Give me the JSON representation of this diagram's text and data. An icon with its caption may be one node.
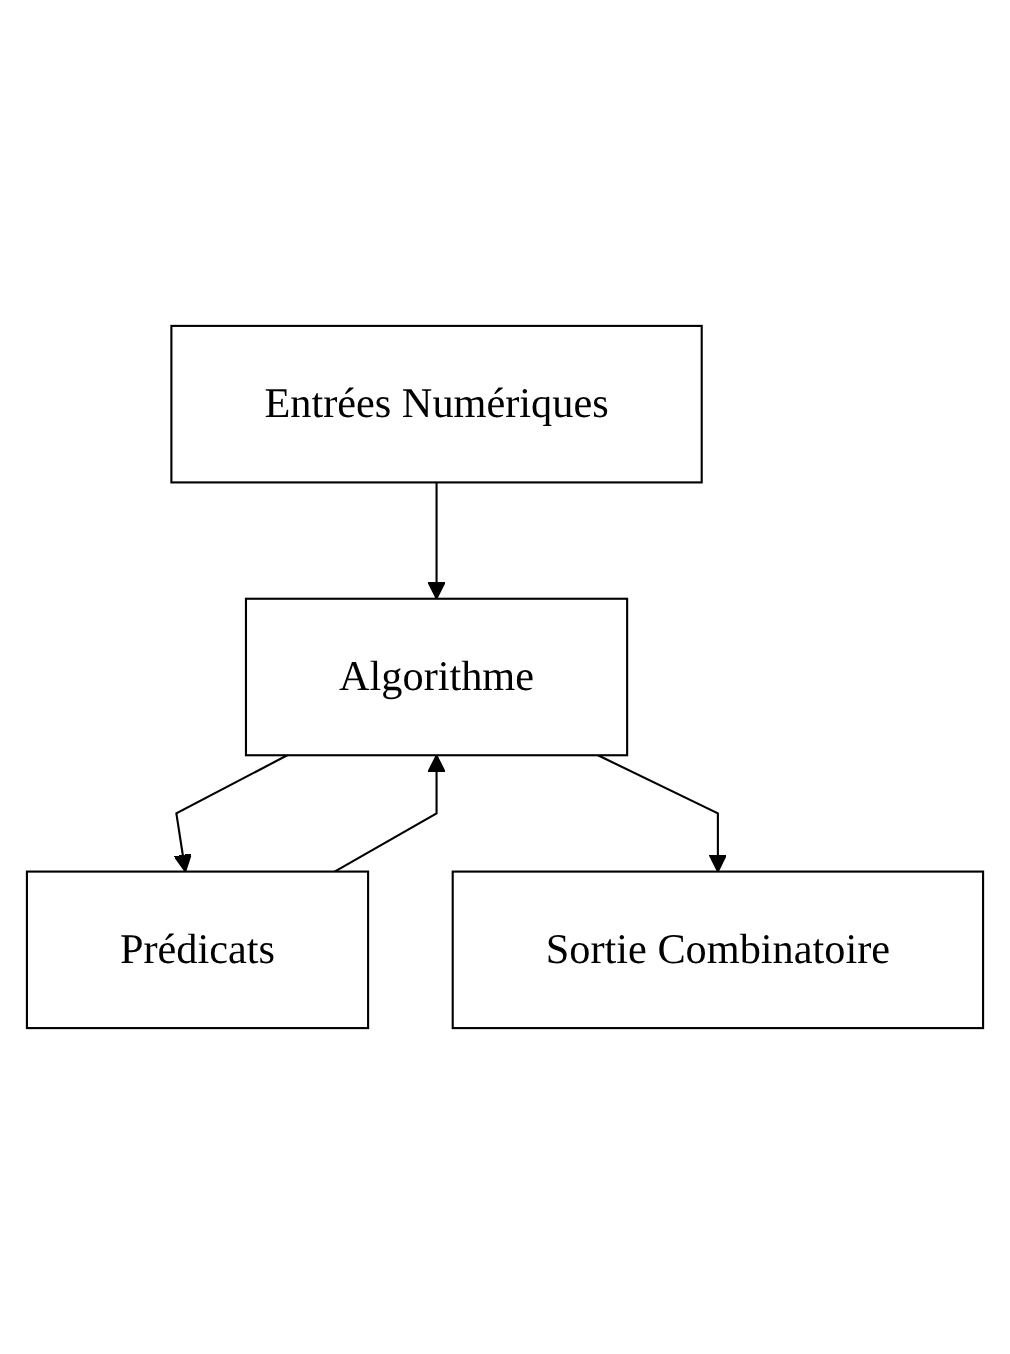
{
  "diagram": {
    "nodes": [
      {
        "text": [
          "Entrées Numériques"
        ]
      },
      {
        "text": [
          "Algorithme"
        ]
      },
      {
        "text": [
          "Prédicats"
        ]
      },
      {
        "text": [
          "Sortie Combinatoire"
        ]
      }
    ],
    "edges": [
      {
        "from": 0,
        "to": 1,
        "arrow": "to"
      },
      {
        "from": 1,
        "to": 2,
        "arrow": "to"
      },
      {
        "from": 2,
        "to": 1,
        "arrow": "to"
      },
      {
        "from": 1,
        "to": 3,
        "arrow": "to"
      }
    ]
  }
}
